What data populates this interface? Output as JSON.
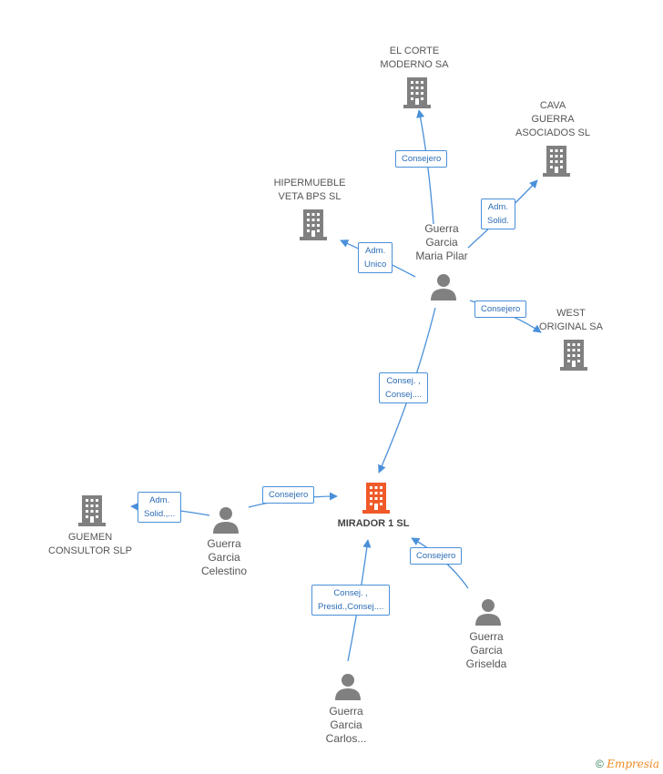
{
  "nodes": {
    "main": {
      "lines": [
        "MIRADOR 1 SL"
      ]
    },
    "el_corte": {
      "lines": [
        "EL CORTE",
        "MODERNO SA"
      ]
    },
    "cava": {
      "lines": [
        "CAVA",
        "GUERRA",
        "ASOCIADOS SL"
      ]
    },
    "hipermueble": {
      "lines": [
        "HIPERMUEBLE",
        "VETA BPS SL"
      ]
    },
    "west": {
      "lines": [
        "WEST",
        "ORIGINAL SA"
      ]
    },
    "guemen": {
      "lines": [
        "GUEMEN",
        "CONSULTOR SLP"
      ]
    },
    "maria_pilar": {
      "lines": [
        "Guerra",
        "Garcia",
        "Maria Pilar"
      ]
    },
    "celestino": {
      "lines": [
        "Guerra",
        "Garcia",
        "Celestino"
      ]
    },
    "griselda": {
      "lines": [
        "Guerra",
        "Garcia",
        "Griselda"
      ]
    },
    "carlos": {
      "lines": [
        "Guerra",
        "Garcia",
        "Carlos..."
      ]
    }
  },
  "edges": {
    "mp_elcorte": {
      "lines": [
        "Consejero"
      ]
    },
    "mp_cava": {
      "lines": [
        "Adm.",
        "Solid."
      ]
    },
    "mp_hipermueble": {
      "lines": [
        "Adm.",
        "Unico"
      ]
    },
    "mp_west": {
      "lines": [
        "Consejero"
      ]
    },
    "mp_main": {
      "lines": [
        "Consej. ,",
        "Consej...."
      ]
    },
    "cel_main": {
      "lines": [
        "Consejero"
      ]
    },
    "cel_guemen": {
      "lines": [
        "Adm.",
        "Solid.,..."
      ]
    },
    "gri_main": {
      "lines": [
        "Consejero"
      ]
    },
    "car_main": {
      "lines": [
        "Consej. ,",
        "Presid.,Consej...."
      ]
    }
  },
  "copyright": {
    "symbol": "©",
    "brand": "Empresia"
  },
  "colors": {
    "company": "#808080",
    "main": "#f05a28",
    "person": "#808080",
    "edge": "#4a90d9",
    "edge_text": "#2c6cb5"
  }
}
